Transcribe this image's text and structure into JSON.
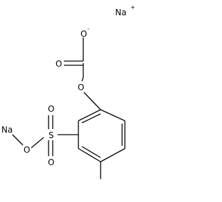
{
  "molecule": {
    "atoms": {
      "sodium_cation": "Na",
      "sodium_cation_charge": "+",
      "carboxylate_oxygen": "O",
      "carboxylate_charge": "-",
      "carbonyl_oxygen": "O",
      "ether_oxygen": "O",
      "sulfur": "S",
      "sulfonyl_oxygen_top": "O",
      "sulfonyl_oxygen_bottom": "O",
      "ester_oxygen": "O",
      "sodium_bound": "Na"
    }
  }
}
